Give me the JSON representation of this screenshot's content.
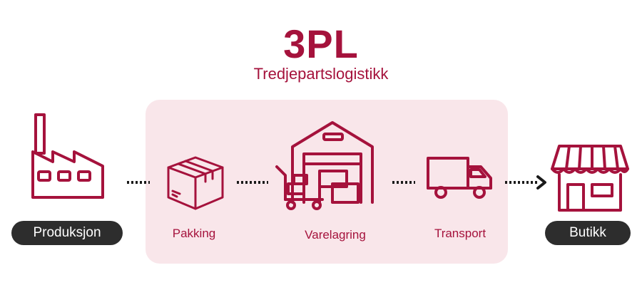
{
  "header": {
    "title": "3PL",
    "subtitle": "Tredjepartslogistikk"
  },
  "endpoints": {
    "start": {
      "label": "Produksjon",
      "icon": "factory-icon"
    },
    "end": {
      "label": "Butikk",
      "icon": "store-icon"
    }
  },
  "stages": [
    {
      "label": "Pakking",
      "icon": "package-box-icon"
    },
    {
      "label": "Varelagring",
      "icon": "warehouse-icon"
    },
    {
      "label": "Transport",
      "icon": "truck-icon"
    }
  ],
  "colors": {
    "accent": "#a5123c",
    "panel": "#f9e6ea",
    "pill": "#2d2d2d",
    "connector": "#1a1a1a"
  }
}
